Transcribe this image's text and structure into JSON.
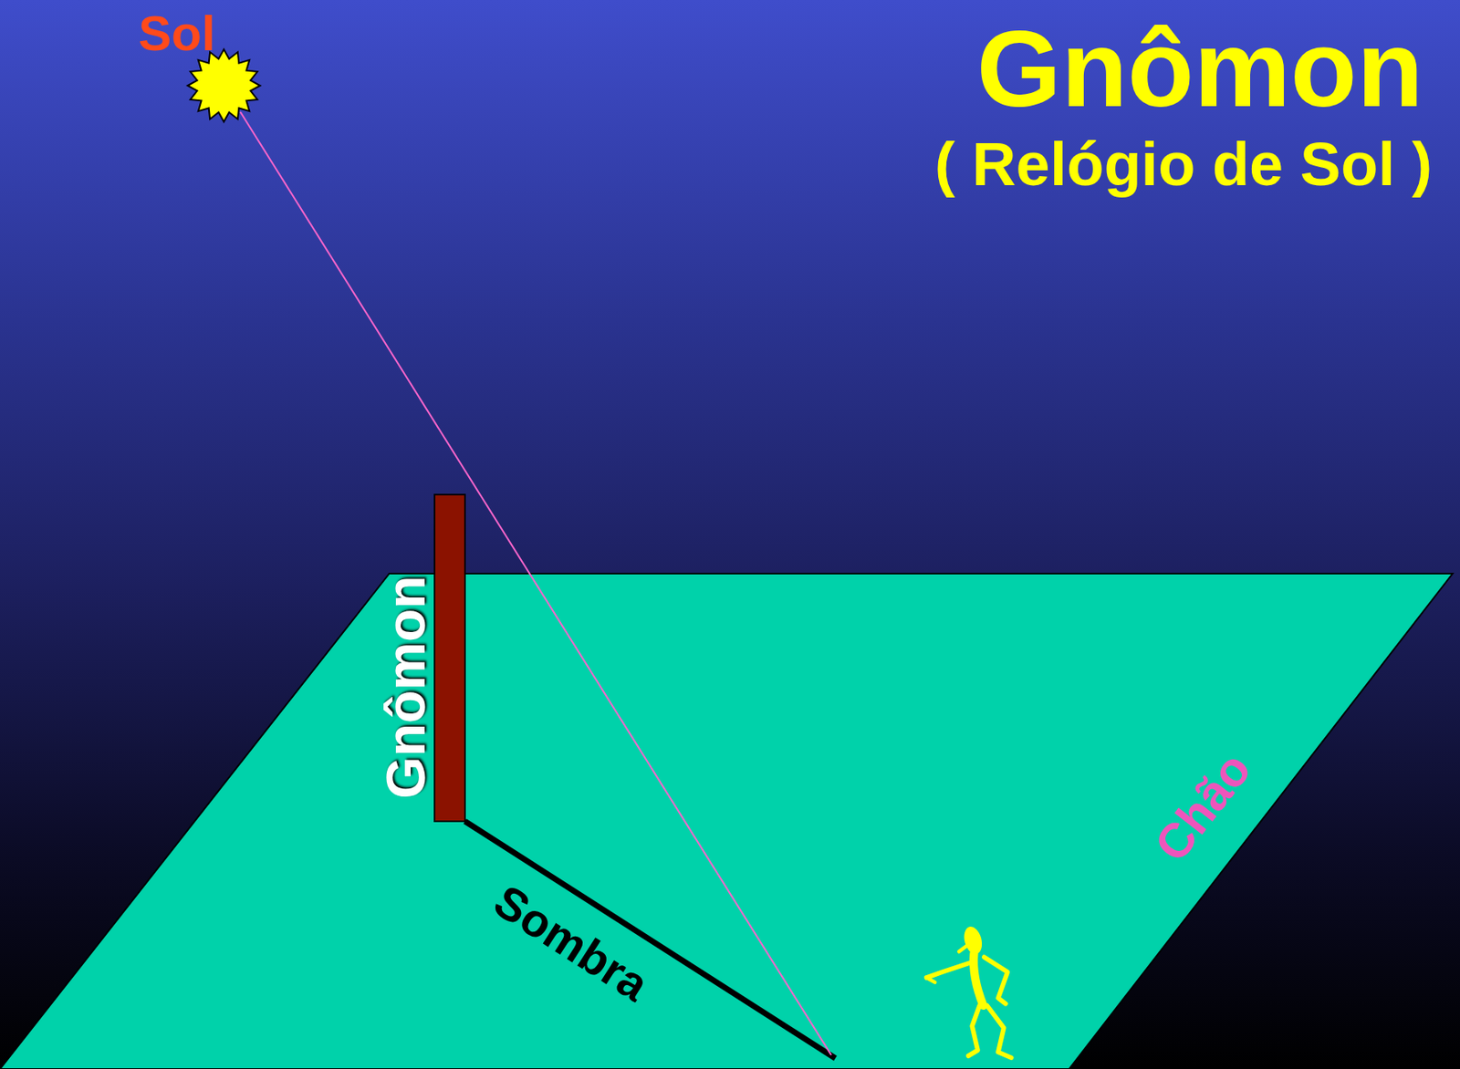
{
  "diagram": {
    "title": "Gnômon",
    "labels": [
      "( Relógio de Sol )",
      "Sol",
      "Gnômon",
      "Sombra",
      "Chão"
    ]
  }
}
